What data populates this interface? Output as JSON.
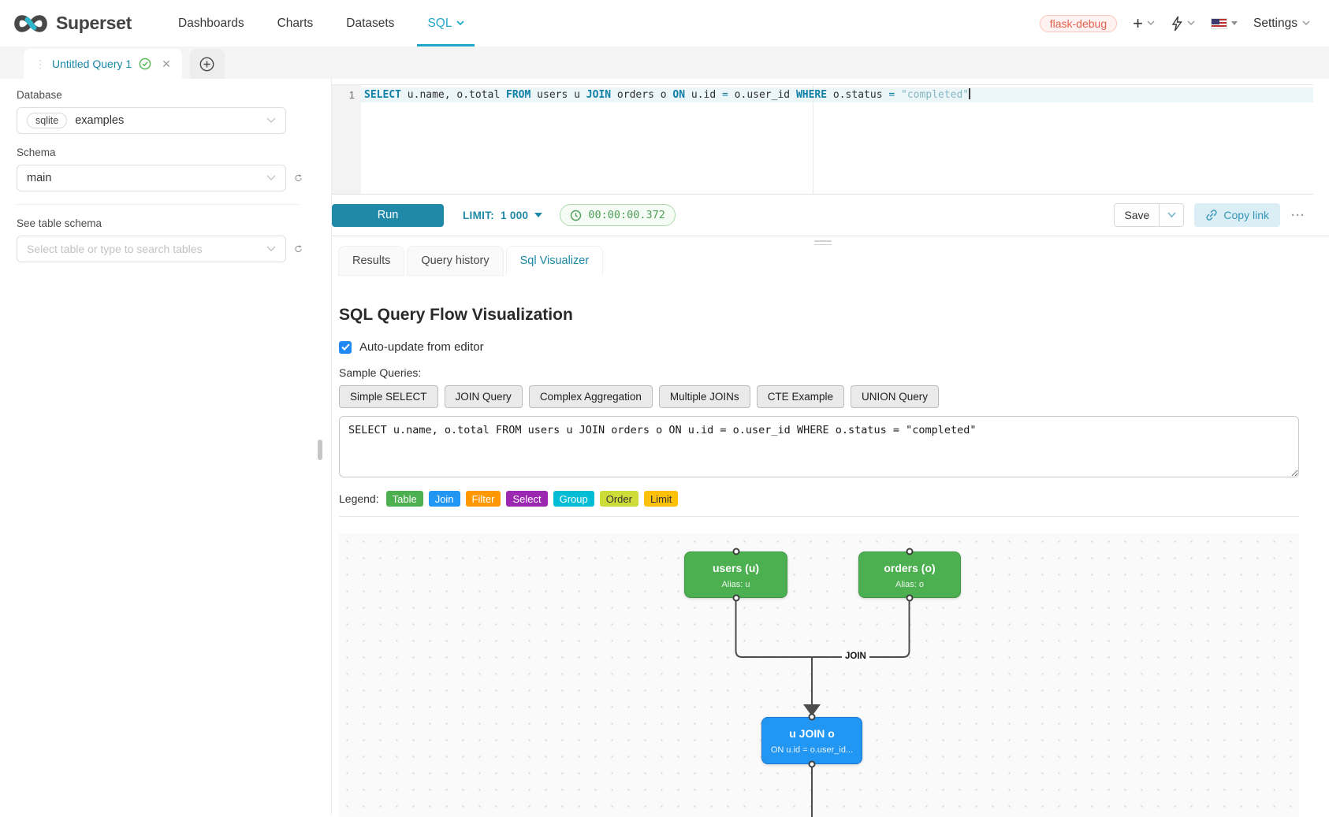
{
  "colors": {
    "accent": "#20a7c9",
    "run": "#1f89a7",
    "kw": "#0e7fa6",
    "str": "#85b7c5",
    "success": "#4f9e57",
    "successBg": "#f5fbf5",
    "successBorder": "#abdbab",
    "check": "#2189f3",
    "tagText": "#e4604f",
    "tagBg": "#fff2f0",
    "tagBorder": "#ffc4ba",
    "nodeTable": "#4caf50",
    "nodeTableBorder": "#3f9a43",
    "nodeJoin": "#2196f3",
    "nodeJoinBorder": "#1879cf"
  },
  "navbar": {
    "brand": "Superset",
    "items": [
      {
        "label": "Dashboards",
        "active": false,
        "has_menu": false
      },
      {
        "label": "Charts",
        "active": false,
        "has_menu": false
      },
      {
        "label": "Datasets",
        "active": false,
        "has_menu": false
      },
      {
        "label": "SQL",
        "active": true,
        "has_menu": true
      }
    ],
    "env_tag": "flask-debug",
    "settings_label": "Settings"
  },
  "tab_bar": {
    "active_tab_label": "Untitled Query 1"
  },
  "sidebar": {
    "database_label": "Database",
    "database_engine_badge": "sqlite",
    "database_value": "examples",
    "schema_label": "Schema",
    "schema_value": "main",
    "table_schema_label": "See table schema",
    "table_search_placeholder": "Select table or type to search tables"
  },
  "editor": {
    "line_number": "1",
    "tokens": [
      {
        "text": "SELECT",
        "type": "kw"
      },
      {
        "text": " u.name, o.total ",
        "type": "plain"
      },
      {
        "text": "FROM",
        "type": "kw"
      },
      {
        "text": " users u ",
        "type": "plain"
      },
      {
        "text": "JOIN",
        "type": "kw"
      },
      {
        "text": " orders o ",
        "type": "plain"
      },
      {
        "text": "ON",
        "type": "kw"
      },
      {
        "text": " u.id ",
        "type": "plain"
      },
      {
        "text": "=",
        "type": "op"
      },
      {
        "text": " o.user_id ",
        "type": "plain"
      },
      {
        "text": "WHERE",
        "type": "kw"
      },
      {
        "text": " o.status ",
        "type": "plain"
      },
      {
        "text": "=",
        "type": "op"
      },
      {
        "text": " ",
        "type": "plain"
      },
      {
        "text": "\"completed\"",
        "type": "str"
      }
    ]
  },
  "toolbar": {
    "run_label": "Run",
    "limit_label": "LIMIT:",
    "limit_value": "1 000",
    "elapsed": "00:00:00.372",
    "save_label": "Save",
    "copy_link_label": "Copy link",
    "more_label": "···"
  },
  "result_tabs": {
    "active_index": 2,
    "tabs": [
      "Results",
      "Query history",
      "Sql Visualizer"
    ]
  },
  "visualizer": {
    "title": "SQL Query Flow Visualization",
    "auto_update_label": "Auto-update from editor",
    "auto_update_checked": true,
    "sample_queries_label": "Sample Queries:",
    "sample_queries": [
      "Simple SELECT",
      "JOIN Query",
      "Complex Aggregation",
      "Multiple JOINs",
      "CTE Example",
      "UNION Query"
    ],
    "sql_input": "SELECT u.name, o.total FROM users u JOIN orders o ON u.id = o.user_id WHERE o.status = \"completed\"",
    "legend_label": "Legend:",
    "legend": [
      {
        "label": "Table",
        "bg": "#4caf50",
        "fg": "#ffffff"
      },
      {
        "label": "Join",
        "bg": "#2196f3",
        "fg": "#ffffff"
      },
      {
        "label": "Filter",
        "bg": "#ff9800",
        "fg": "#ffffff"
      },
      {
        "label": "Select",
        "bg": "#9c27b0",
        "fg": "#ffffff"
      },
      {
        "label": "Group",
        "bg": "#00bcd4",
        "fg": "#ffffff"
      },
      {
        "label": "Order",
        "bg": "#cddc39",
        "fg": "#333333"
      },
      {
        "label": "Limit",
        "bg": "#ffc107",
        "fg": "#333333"
      }
    ],
    "flow": {
      "nodes": [
        {
          "title": "users (u)",
          "subtitle": "Alias: u"
        },
        {
          "title": "orders (o)",
          "subtitle": "Alias: o"
        },
        {
          "title": "u JOIN o",
          "subtitle": "ON u.id = o.user_id..."
        }
      ],
      "edge_label": "JOIN"
    }
  }
}
